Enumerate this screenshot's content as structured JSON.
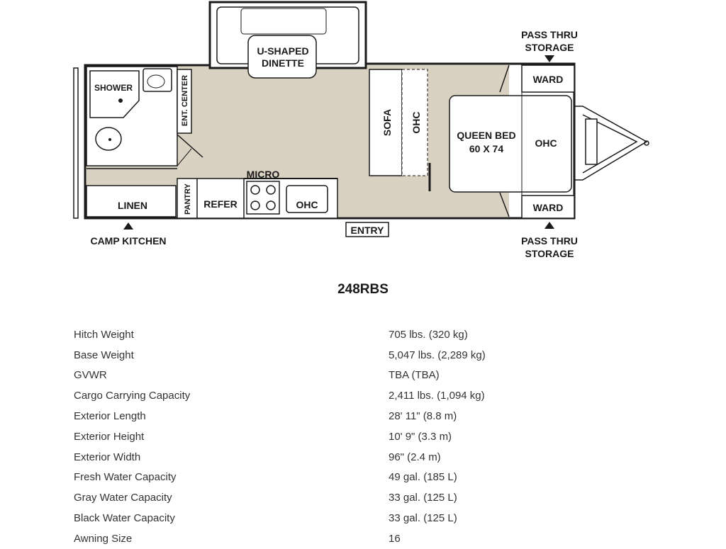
{
  "floorplan": {
    "labels": {
      "pass_thru_top": [
        "PASS THRU",
        "STORAGE"
      ],
      "pass_thru_bottom": [
        "PASS THRU",
        "STORAGE"
      ],
      "dinette": [
        "U-SHAPED",
        "DINETTE"
      ],
      "shower": "SHOWER",
      "ent_center": "ENT. CENTER",
      "sofa": "SOFA",
      "ohc_sofa": "OHC",
      "queen_bed": [
        "QUEEN BED",
        "60 X 74"
      ],
      "ohc_bed": "OHC",
      "ward_top": "WARD",
      "ward_bottom": "WARD",
      "linen": "LINEN",
      "pantry": "PANTRY",
      "refer": "REFER",
      "micro": "MICRO",
      "ohc_kitchen": "OHC",
      "entry": "ENTRY",
      "camp_kitchen": "CAMP KITCHEN"
    },
    "colors": {
      "floor": "#d9d2c3",
      "line": "#1a1a1a",
      "furniture": "#ffffff"
    }
  },
  "model": "248RBS",
  "specs": [
    {
      "label": "Hitch Weight",
      "value": "705 lbs. (320 kg)"
    },
    {
      "label": "Base Weight",
      "value": "5,047 lbs. (2,289 kg)"
    },
    {
      "label": "GVWR",
      "value": "TBA (TBA)"
    },
    {
      "label": "Cargo Carrying Capacity",
      "value": "2,411 lbs. (1,094 kg)"
    },
    {
      "label": "Exterior Length",
      "value": "28' 11\" (8.8 m)"
    },
    {
      "label": "Exterior Height",
      "value": "10' 9\" (3.3 m)"
    },
    {
      "label": "Exterior Width",
      "value": "96\" (2.4 m)"
    },
    {
      "label": "Fresh Water Capacity",
      "value": "49 gal. (185 L)"
    },
    {
      "label": "Gray Water Capacity",
      "value": "33 gal. (125 L)"
    },
    {
      "label": "Black Water Capacity",
      "value": "33 gal. (125 L)"
    },
    {
      "label": "Awning Size",
      "value": "16"
    }
  ]
}
